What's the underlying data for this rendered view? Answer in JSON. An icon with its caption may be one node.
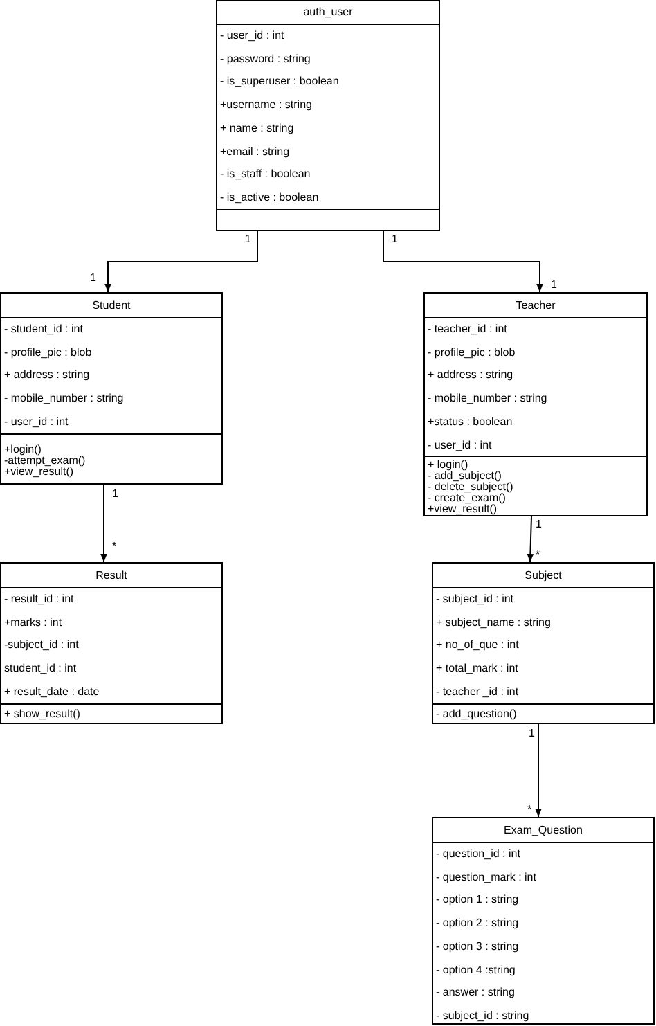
{
  "diagram": {
    "nodes": [
      {
        "text": [
          "auth_user",
          "- user_id : int",
          "- password : string",
          "- is_superuser : boolean",
          "+username : string",
          "+ name : string",
          "+email : string",
          "- is_staff : boolean",
          "- is_active : boolean"
        ]
      },
      {
        "text": [
          "Student",
          "- student_id : int",
          "- profile_pic : blob",
          "+ address : string",
          "- mobile_number : string",
          "- user_id : int",
          "+login()",
          "-attempt_exam()",
          "+view_result()"
        ]
      },
      {
        "text": [
          "Teacher",
          "- teacher_id : int",
          "- profile_pic : blob",
          "+ address : string",
          "- mobile_number : string",
          "+status : boolean",
          "- user_id :  int",
          "+ login()",
          "- add_subject()",
          "- delete_subject()",
          "- create_exam()",
          "+view_result()"
        ]
      },
      {
        "text": [
          "Result",
          "- result_id : int",
          "+marks : int",
          "-subject_id : int",
          "student_id : int",
          "+ result_date : date",
          "+ show_result()"
        ]
      },
      {
        "text": [
          "Subject",
          "- subject_id : int",
          "+ subject_name : string",
          "+ no_of_que : int",
          "+ total_mark : int",
          "- teacher _id : int",
          "- add_question()"
        ]
      },
      {
        "text": [
          "Exam_Question",
          "- question_id : int",
          "- question_mark : int",
          "- option 1 : string",
          "- option 2 : string",
          "- option 3 : string",
          "- option 4 :string",
          "- answer : string",
          "- subject_id : string"
        ]
      }
    ],
    "edges": [
      {
        "from": 0,
        "to": 1,
        "arrow": "to"
      },
      {
        "from": 0,
        "to": 2,
        "arrow": "to"
      },
      {
        "from": 1,
        "to": 3,
        "arrow": "to"
      },
      {
        "from": 2,
        "to": 4,
        "arrow": "to"
      },
      {
        "from": 4,
        "to": 5,
        "arrow": "to"
      }
    ],
    "labels": [
      "1",
      "1",
      "1",
      "1",
      "1",
      "*",
      "1",
      "*",
      "1",
      "*"
    ]
  }
}
